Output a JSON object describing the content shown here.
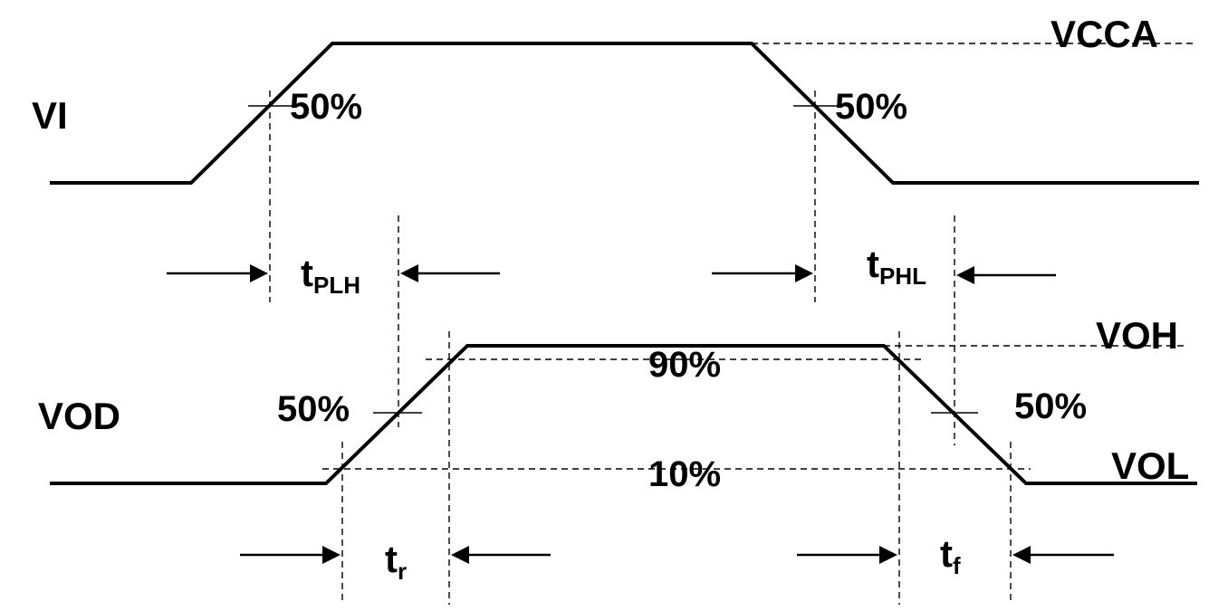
{
  "input": {
    "name": "VI",
    "high_level": "VCCA",
    "rise_threshold": "50%",
    "fall_threshold": "50%"
  },
  "output": {
    "name": "VOD",
    "high_level": "VOH",
    "low_level": "VOL",
    "rise_threshold": "50%",
    "fall_threshold": "50%",
    "upper_threshold": "90%",
    "lower_threshold": "10%"
  },
  "timing": {
    "tplh": {
      "main": "t",
      "sub": "PLH"
    },
    "tphl": {
      "main": "t",
      "sub": "PHL"
    },
    "tr": {
      "main": "t",
      "sub": "r"
    },
    "tf": {
      "main": "t",
      "sub": "f"
    }
  }
}
